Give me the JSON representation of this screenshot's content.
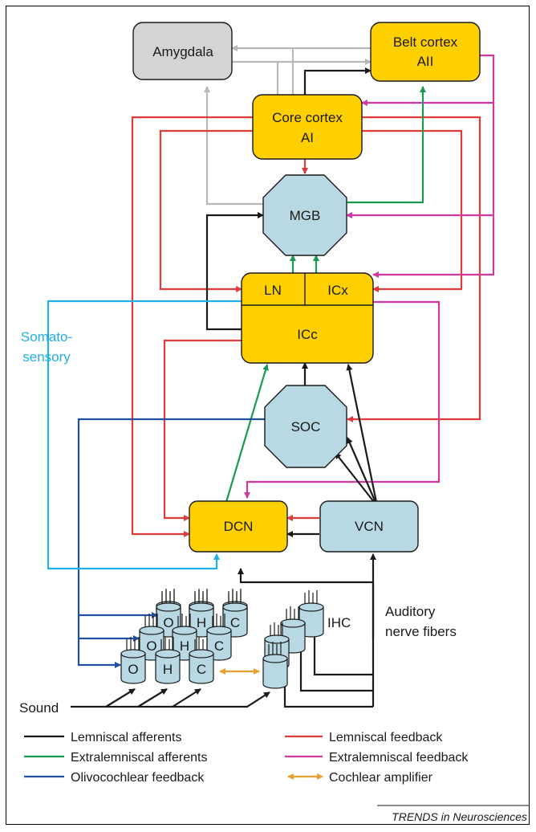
{
  "nodes": {
    "amygdala": "Amygdala",
    "belt_line1": "Belt cortex",
    "belt_line2": "AII",
    "core_line1": "Core cortex",
    "core_line2": "AI",
    "mgb": "MGB",
    "ln": "LN",
    "icx": "ICx",
    "icc": "ICc",
    "soc": "SOC",
    "dcn": "DCN",
    "vcn": "VCN"
  },
  "labels": {
    "somato_line1": "Somato-",
    "somato_line2": "sensory",
    "auditory_line1": "Auditory",
    "auditory_line2": "nerve fibers",
    "ihc": "IHC",
    "sound": "Sound"
  },
  "hair_cells": {
    "outer_letters": [
      "O",
      "H",
      "C"
    ]
  },
  "legend": [
    {
      "label": "Lemniscal afferents",
      "color": "#1a1a1a",
      "style": "line"
    },
    {
      "label": "Extralemniscal afferents",
      "color": "#1a9a50",
      "style": "line"
    },
    {
      "label": "Olivocochlear feedback",
      "color": "#1f4fa0",
      "style": "line"
    },
    {
      "label": "Lemniscal feedback",
      "color": "#e03a3a",
      "style": "line"
    },
    {
      "label": "Extralemniscal feedback",
      "color": "#d03aa0",
      "style": "line"
    },
    {
      "label": "Cochlear amplifier",
      "color": "#e8a030",
      "style": "double-arrow"
    }
  ],
  "colors": {
    "gold": "#fed000",
    "blue_fill": "#b8d8e4",
    "gray_fill": "#d4d4d4",
    "lemniscal_afferent": "#1a1a1a",
    "extralemniscal_afferent": "#1a9a50",
    "olivocochlear": "#1f4fa0",
    "lemniscal_feedback": "#e03a3a",
    "extralemniscal_feedback": "#d03aa0",
    "cochlear_amplifier": "#e8a030",
    "somatosensory": "#22b0e8",
    "amygdala_link": "#b8b8b8"
  },
  "footer": "TRENDS in Neurosciences"
}
